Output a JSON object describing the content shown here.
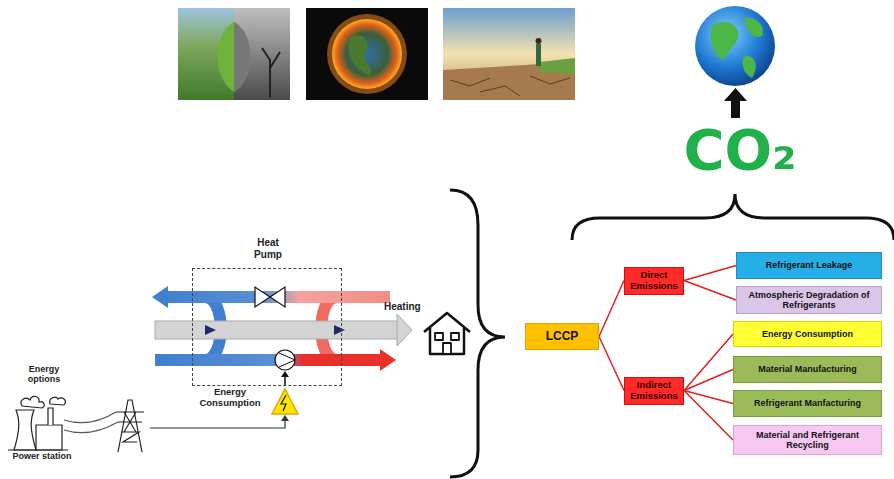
{
  "diagram": {
    "nodes": [
      {
        "text": [
          "Heat Pump"
        ]
      },
      {
        "text": [
          "LCCP"
        ]
      },
      {
        "text": [
          "Direct Emissions"
        ]
      },
      {
        "text": [
          "Indirect Emissions"
        ]
      },
      {
        "text": [
          "Refrigerant Leakage"
        ]
      },
      {
        "text": [
          "Atmospheric Degradation of Refrigerants"
        ]
      },
      {
        "text": [
          "Energy Consumption"
        ]
      },
      {
        "text": [
          "Material Manufacturing"
        ]
      },
      {
        "text": [
          "Refrigerant Manfacturing"
        ]
      },
      {
        "text": [
          "Material and Refrigerant Recycling"
        ]
      }
    ],
    "edges": [
      {
        "from": 1,
        "to": 2,
        "arrow": "none"
      },
      {
        "from": 1,
        "to": 3,
        "arrow": "none"
      },
      {
        "from": 2,
        "to": 4,
        "arrow": "none"
      },
      {
        "from": 2,
        "to": 5,
        "arrow": "none"
      },
      {
        "from": 3,
        "to": 6,
        "arrow": "none"
      },
      {
        "from": 3,
        "to": 7,
        "arrow": "none"
      },
      {
        "from": 3,
        "to": 8,
        "arrow": "none"
      },
      {
        "from": 3,
        "to": 9,
        "arrow": "none"
      }
    ],
    "labels": [
      "Heating",
      "Energy Consumption",
      "Energy options",
      "Power station",
      "CO₂"
    ]
  }
}
